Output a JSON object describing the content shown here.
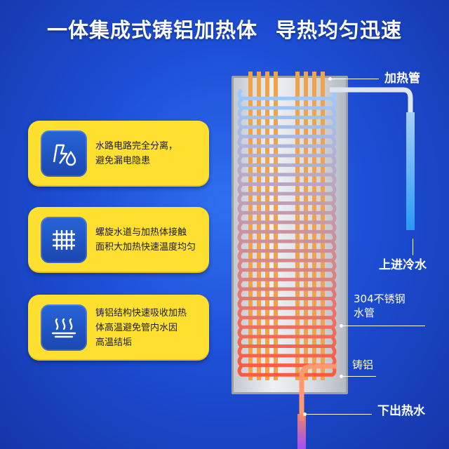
{
  "title": {
    "part1": "一体集成式铸铝加热体",
    "part2": "导热均匀迅速"
  },
  "features": [
    {
      "icon": "water-electric-separation-icon",
      "line1": "水路电路完全分离，",
      "line2": "避免漏电隐患",
      "line3": ""
    },
    {
      "icon": "spiral-pipe-grid-icon",
      "line1": "螺旋水道与加热体接触",
      "line2": "面积大加热快速温度均匀",
      "line3": ""
    },
    {
      "icon": "heat-waves-icon",
      "line1": "铸铝结构快速吸收加热",
      "line2": "体高温避免管内水因",
      "line3": "高温结垢"
    }
  ],
  "callouts": {
    "heating_tube": "加热管",
    "cold_water_in": "上进冷水",
    "pipe_line1": "304不锈钢",
    "pipe_line2": "水管",
    "cast_aluminum": "铸铝",
    "hot_water_out": "下出热水"
  },
  "colors": {
    "background": "#1d4fd6",
    "card": "#ffe030",
    "icon_box": "#1b47b0",
    "cold_water": "#7fd0ff",
    "hot_water": "#ff7a5a"
  }
}
